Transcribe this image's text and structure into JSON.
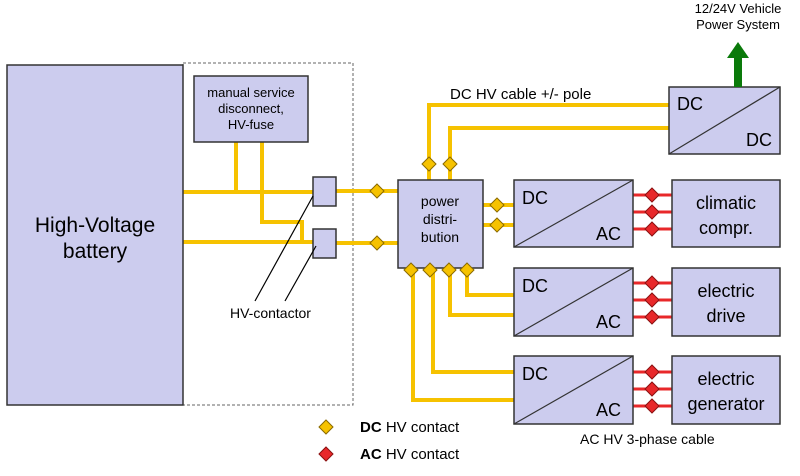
{
  "labels": {
    "vehicle_line1": "12/24V Vehicle",
    "vehicle_line2": "Power System",
    "battery_line1": "High-Voltage",
    "battery_line2": "battery",
    "msd_line1": "manual service",
    "msd_line2": "disconnect,",
    "msd_line3": "HV-fuse",
    "hv_contactor": "HV-contactor",
    "dc_cable": "DC HV cable +/- pole",
    "pd_line1": "power",
    "pd_line2": "distri-",
    "pd_line3": "bution",
    "dc": "DC",
    "ac": "AC",
    "climatic_line1": "climatic",
    "climatic_line2": "compr.",
    "drive_line1": "electric",
    "drive_line2": "drive",
    "gen_line1": "electric",
    "gen_line2": "generator",
    "ac_cable": "AC HV 3-phase cable",
    "legend_dc_bold": "DC",
    "legend_ac_bold": "AC",
    "legend_rest": " HV contact"
  },
  "colors": {
    "box_fill": "#ccccee",
    "wire": "#f6c200",
    "dc_contact": "#f6c200",
    "ac_contact": "#e8282a",
    "arrow": "#0a7a0a"
  }
}
